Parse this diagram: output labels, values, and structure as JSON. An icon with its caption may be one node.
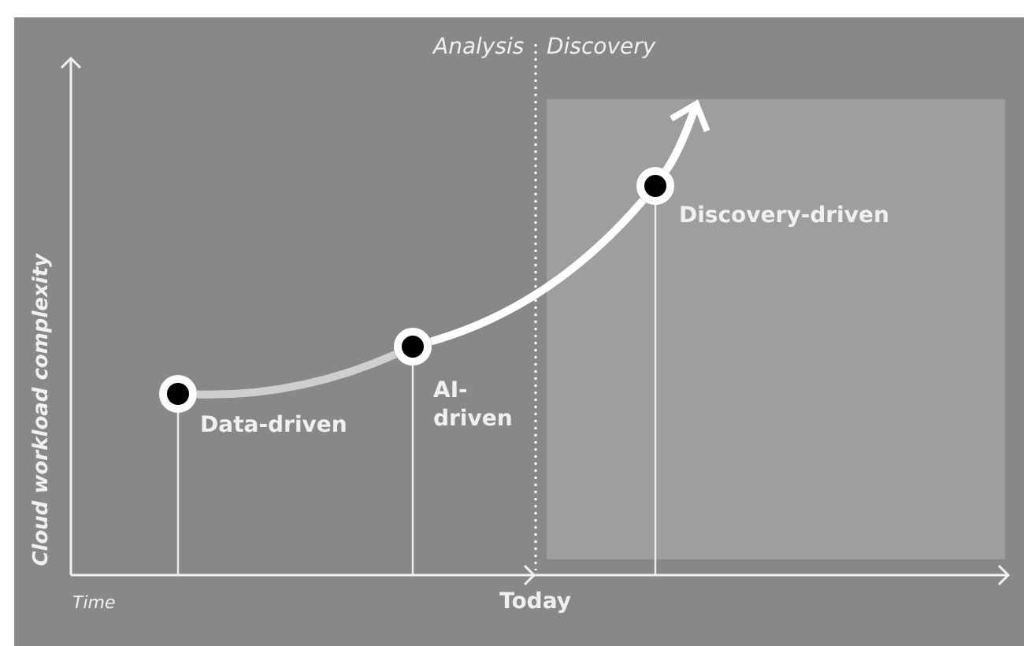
{
  "diagram": {
    "nodes": [
      {
        "text": [],
        "shape": "circle",
        "beside": [
          "Data-driven"
        ]
      },
      {
        "text": [],
        "shape": "circle",
        "beside": [
          "AI- driven"
        ]
      },
      {
        "text": [],
        "shape": "circle",
        "beside": [
          "Discovery-driven"
        ]
      }
    ],
    "edges": [
      {
        "from": 0,
        "to": 1,
        "arrow": "none",
        "color": "#cfcfcf"
      },
      {
        "from": 1,
        "to": 2,
        "arrow": "none"
      },
      {
        "from": 2,
        "to": null,
        "arrow": "to"
      }
    ],
    "labels": [
      "Analysis",
      "Discovery",
      "Cloud workload complexity",
      "Time",
      "Today"
    ]
  }
}
